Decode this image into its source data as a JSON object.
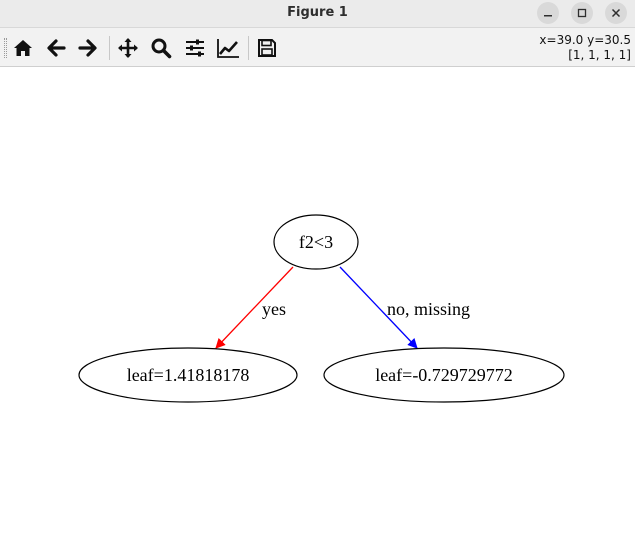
{
  "window": {
    "title": "Figure 1"
  },
  "toolbar": {
    "coord_readout": "x=39.0 y=30.5",
    "pixel_value": "[1, 1, 1, 1]",
    "tools": [
      "home-icon",
      "back-icon",
      "forward-icon",
      "pan-icon",
      "zoom-icon",
      "configure-subplots-icon",
      "edit-axis-icon",
      "save-icon"
    ]
  },
  "tree": {
    "root": {
      "label": "f2<3"
    },
    "left_edge": {
      "label": "yes",
      "color": "#ff0000"
    },
    "right_edge": {
      "label": "no, missing",
      "color": "#0000ff"
    },
    "left_leaf": {
      "label": "leaf=1.41818178"
    },
    "right_leaf": {
      "label": "leaf=-0.729729772"
    }
  }
}
